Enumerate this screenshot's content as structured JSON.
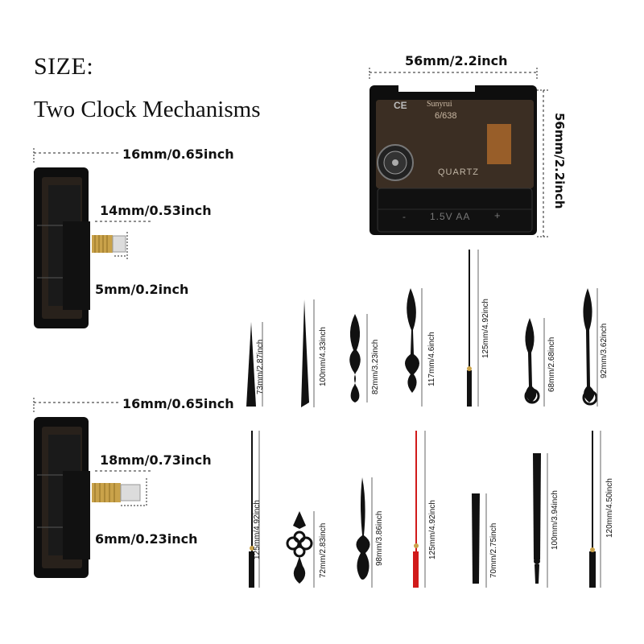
{
  "heading": {
    "size": "SIZE:",
    "subtitle": "Two Clock Mechanisms"
  },
  "movement_top": {
    "depth_label": "16mm/0.65inch",
    "shaft_label": "14mm/0.53inch",
    "tip_label": "5mm/0.2inch"
  },
  "movement_bottom": {
    "depth_label": "16mm/0.65inch",
    "shaft_label": "18mm/0.73inch",
    "tip_label": "6mm/0.23inch"
  },
  "movement_front": {
    "width_label": "56mm/2.2inch",
    "height_label": "56mm/2.2inch",
    "brand_text": "Sunyrui",
    "model_text": "6/638",
    "ce_mark": "CE",
    "quartz_text": "QUARTZ",
    "battery_text": "1.5V AA",
    "minus": "-",
    "plus": "+"
  },
  "hands_row1": [
    {
      "label": "73mm/2.87inch"
    },
    {
      "label": "100mm/4.33inch"
    },
    {
      "label": "82mm/3.23inch"
    },
    {
      "label": "117mm/4.6inch"
    },
    {
      "label": "125mm/4.92inch"
    },
    {
      "label": "68mm/2.68inch"
    },
    {
      "label": "92mm/3.62inch"
    }
  ],
  "hands_row2": [
    {
      "label": "125mm/4.92inch"
    },
    {
      "label": "72mm/2.83inch"
    },
    {
      "label": "98mm/3.86inch"
    },
    {
      "label": "125mm/4.92inch"
    },
    {
      "label": "70mm/2.75inch"
    },
    {
      "label": "100mm/3.94inch"
    },
    {
      "label": "120mm/4.50inch"
    }
  ],
  "colors": {
    "hand": "#111111",
    "second_hand": "#d11a1a",
    "brass": "#c9a24a",
    "body": "#0e0e0e"
  }
}
